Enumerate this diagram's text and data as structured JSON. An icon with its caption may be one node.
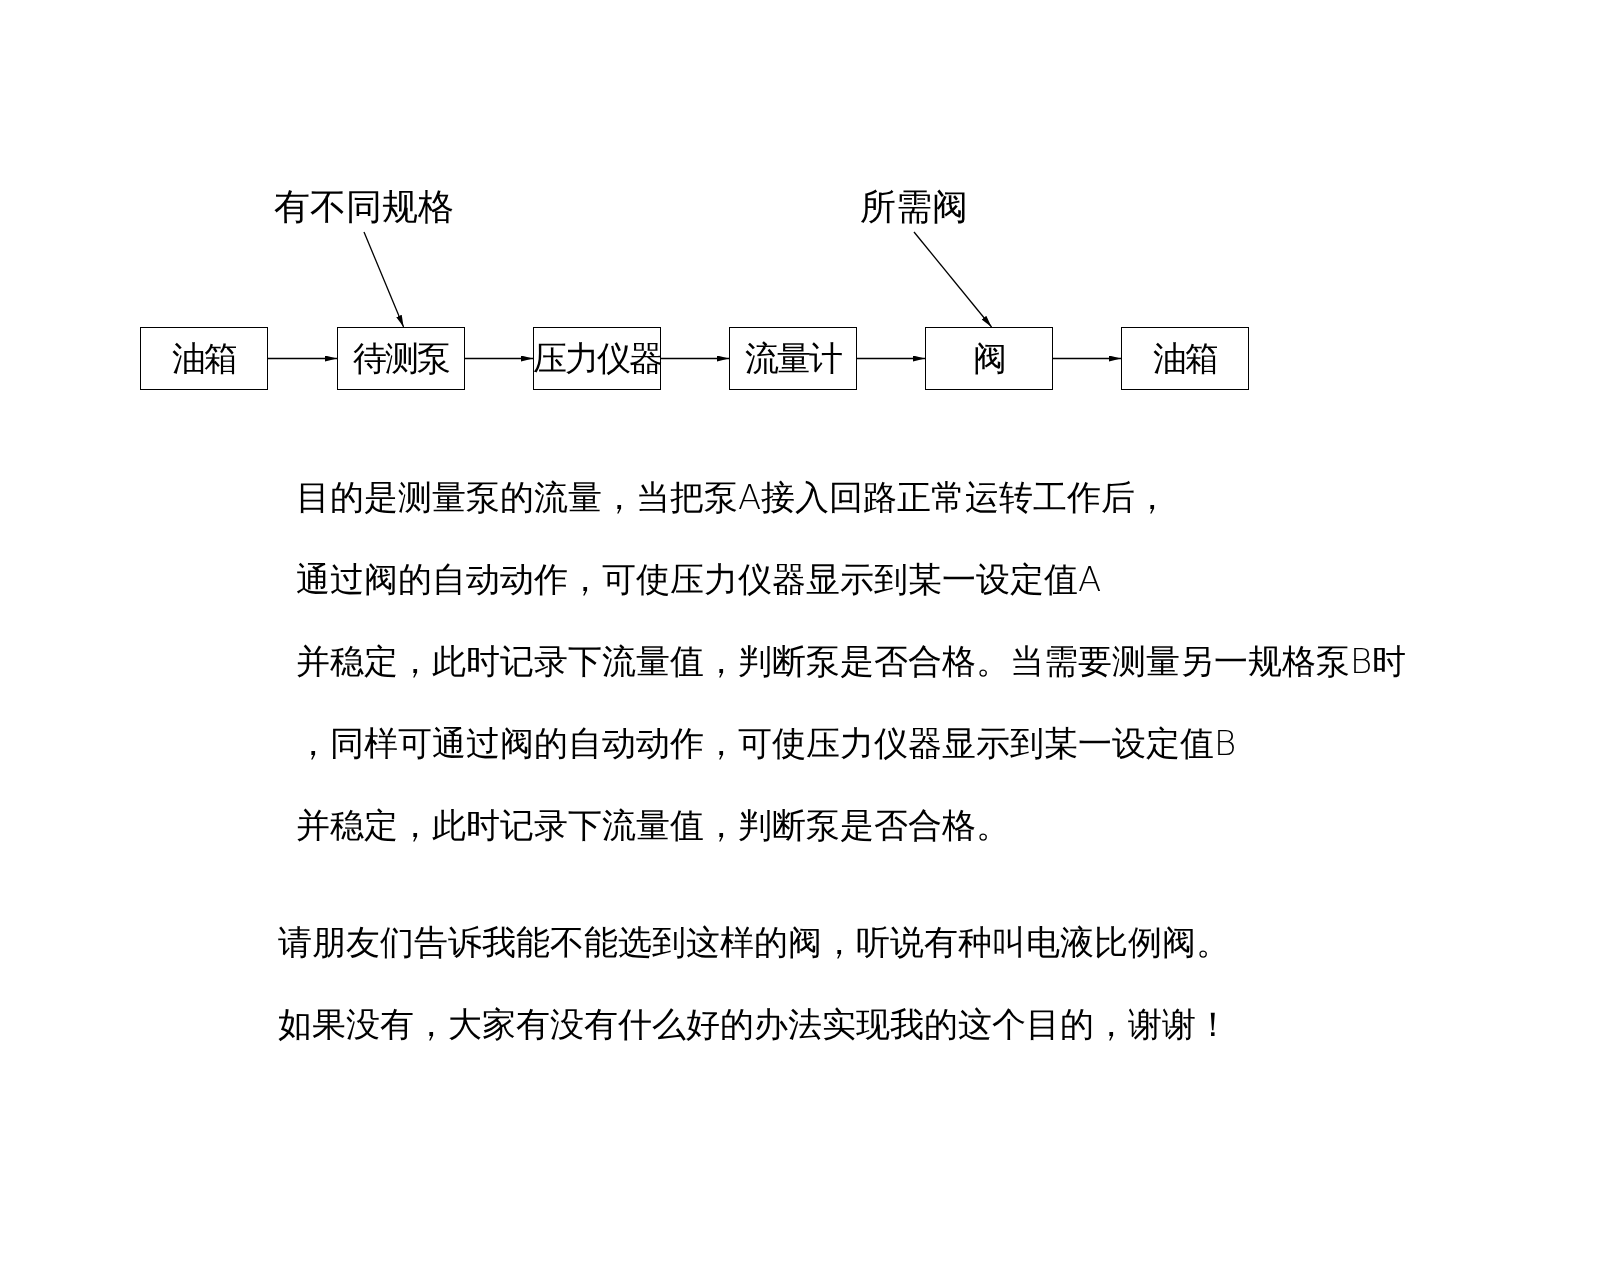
{
  "diagram": {
    "nodes": [
      {
        "text": [
          "油箱"
        ]
      },
      {
        "text": [
          "待测泵"
        ]
      },
      {
        "text": [
          "压力仪器"
        ]
      },
      {
        "text": [
          "流量计"
        ]
      },
      {
        "text": [
          "阀"
        ]
      },
      {
        "text": [
          "油箱"
        ]
      },
      {
        "text": [
          "有不同规格"
        ]
      },
      {
        "text": [
          "所需阀"
        ]
      }
    ],
    "edges": [
      {
        "from": 0,
        "to": 1,
        "arrow": "to"
      },
      {
        "from": 1,
        "to": 2,
        "arrow": "to"
      },
      {
        "from": 2,
        "to": 3,
        "arrow": "to"
      },
      {
        "from": 3,
        "to": 4,
        "arrow": "to"
      },
      {
        "from": 4,
        "to": 5,
        "arrow": "to"
      },
      {
        "from": 6,
        "to": 1,
        "arrow": "to"
      },
      {
        "from": 7,
        "to": 4,
        "arrow": "to"
      }
    ],
    "labels": [
      "目的是测量泵的流量，当把泵A接入回路正常运转工作后，",
      "通过阀的自动动作，可使压力仪器显示到某一设定值A",
      "并稳定，此时记录下流量值，判断泵是否合格。当需要测量另一规格泵B时",
      "，同样可通过阀的自动动作，可使压力仪器显示到某一设定值B",
      "并稳定，此时记录下流量值，判断泵是否合格。",
      "请朋友们告诉我能不能选到这样的阀，听说有种叫电液比例阀。",
      "如果没有，大家有没有什么好的办法实现我的这个目的，谢谢！"
    ]
  }
}
